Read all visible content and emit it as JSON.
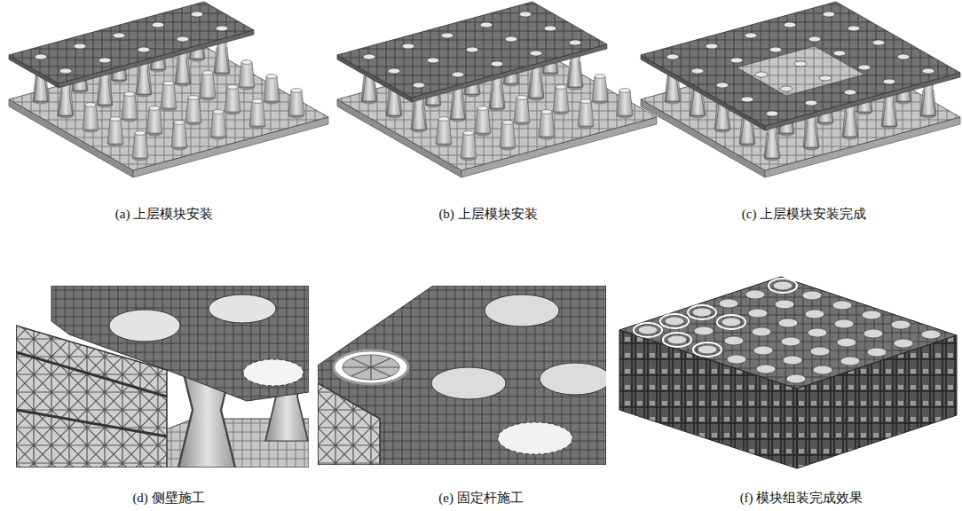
{
  "diagram": {
    "labels": [
      "(a) 上层模块安装",
      "(b) 上层模块安装",
      "(c) 上层模块安装完成",
      "(d) 侧壁施工",
      "(e) 固定杆施工",
      "(f) 模块组装完成效果"
    ]
  }
}
